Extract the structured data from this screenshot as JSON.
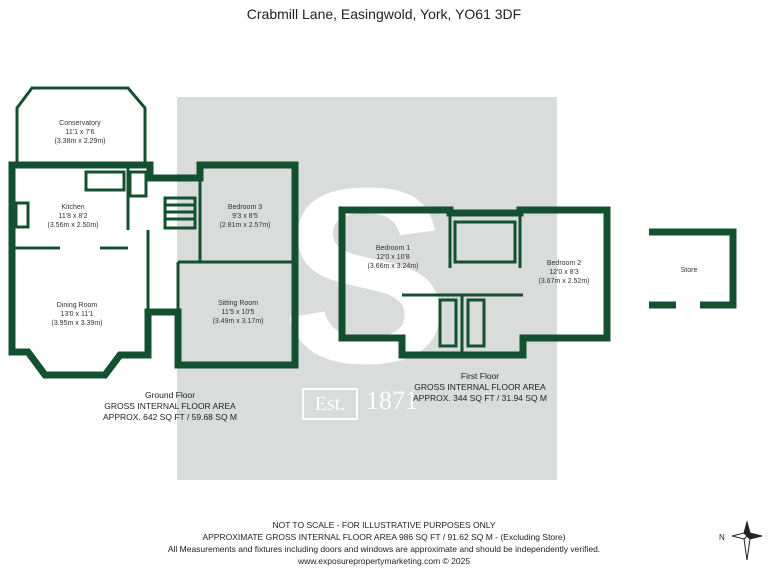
{
  "title": "Crabmill Lane, Easingwold, York, YO61 3DF",
  "colors": {
    "wall": "#13502f",
    "watermark": "#d9dcda",
    "text": "#222222"
  },
  "watermark": {
    "letter": "S",
    "est": "Est.",
    "year": "1871"
  },
  "rooms": {
    "conservatory": {
      "name": "Conservatory",
      "imperial": "11'1 x 7'6",
      "metric": "(3.38m x 2.29m)"
    },
    "kitchen": {
      "name": "Kitchen",
      "imperial": "11'8 x 8'2",
      "metric": "(3.56m x 2.50m)"
    },
    "dining": {
      "name": "Dining Room",
      "imperial": "13'0 x 11'1",
      "metric": "(3.95m x 3.39m)"
    },
    "bedroom3": {
      "name": "Bedroom 3",
      "imperial": "9'3 x 8'5",
      "metric": "(2.81m x 2.57m)"
    },
    "sitting": {
      "name": "Sitting Room",
      "imperial": "11'5 x 10'5",
      "metric": "(3.49m x 3.17m)"
    },
    "bedroom1": {
      "name": "Bedroom 1",
      "imperial": "12'0 x 10'8",
      "metric": "(3.66m x 3.24m)"
    },
    "bedroom2": {
      "name": "Bedroom 2",
      "imperial": "12'0 x 8'3",
      "metric": "(3.67m x 2.52m)"
    },
    "store": {
      "name": "Store"
    }
  },
  "floors": {
    "ground": {
      "name": "Ground Floor",
      "area_label": "GROSS INTERNAL FLOOR AREA",
      "area": "APPROX. 642 SQ FT / 59.68 SQ M"
    },
    "first": {
      "name": "First Floor",
      "area_label": "GROSS INTERNAL FLOOR AREA",
      "area": "APPROX. 344 SQ FT / 31.94 SQ M"
    }
  },
  "footer": {
    "line1": "NOT TO SCALE - FOR ILLUSTRATIVE PURPOSES ONLY",
    "line2": "APPROXIMATE GROSS INTERNAL FLOOR AREA 986 SQ FT / 91.62 SQ M - (Excluding Store)",
    "line3": "All Measurements and fixtures including doors and windows are approximate and should be independently verified.",
    "line4": "www.exposurepropertymarketing.com © 2025"
  },
  "compass": {
    "north": "N"
  }
}
